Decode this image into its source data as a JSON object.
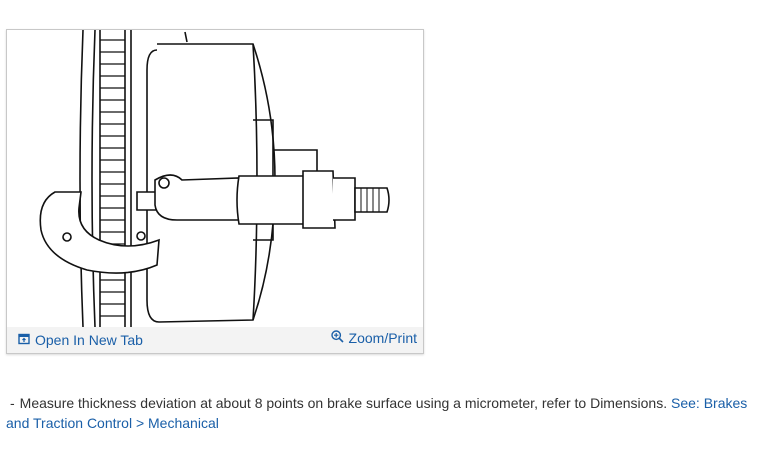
{
  "figure": {
    "open_tab_label": "Open In New Tab",
    "zoom_label": "Zoom/Print",
    "icons": {
      "open_tab": "open-in-new-tab-icon",
      "zoom": "zoom-in-icon"
    },
    "link_color": "#1a5fa8",
    "toolbar_bg": "#f3f3f3"
  },
  "instruction": {
    "bullet": "-",
    "text": "Measure thickness deviation at about 8 points on brake surface using a micrometer, refer to Dimensions.",
    "see_link": "See: Brakes and Traction Control > Mechanical"
  }
}
